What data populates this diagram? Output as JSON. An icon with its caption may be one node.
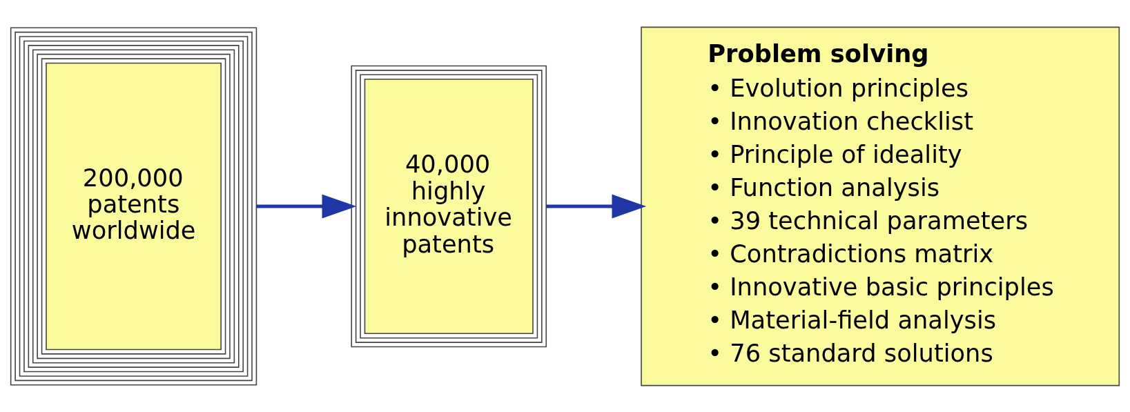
{
  "diagram": {
    "nodes": [
      {
        "text": [
          "200,000 patents worldwide"
        ]
      },
      {
        "text": [
          "40,000 highly innovative patents"
        ]
      },
      {
        "text": [
          "Problem solving",
          "• Evolution principles",
          "• Innovation checklist",
          "• Principle of ideality",
          "• Function analysis",
          "• 39 technical parameters",
          "• Contradictions matrix",
          "• Innovative basic principles",
          "• Material-field analysis",
          "• 76 standard solutions"
        ]
      }
    ],
    "edges": [
      {
        "from": 0,
        "to": 1,
        "arrow": "to"
      },
      {
        "from": 1,
        "to": 2,
        "arrow": "to"
      }
    ]
  }
}
